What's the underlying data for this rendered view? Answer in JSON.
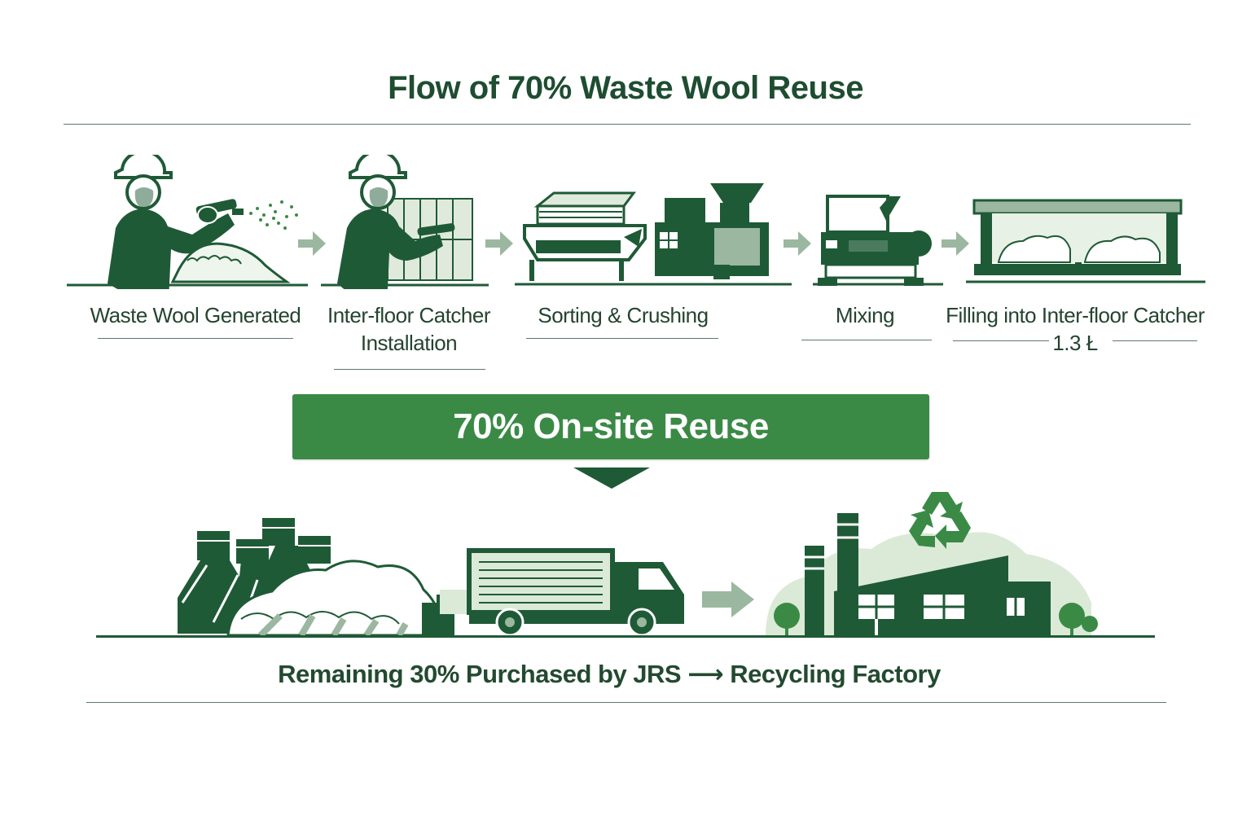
{
  "title": "Flow of 70% Waste Wool Reuse",
  "steps": [
    {
      "label": "Waste Wool Generated",
      "sublabel": ""
    },
    {
      "label": "Inter-floor Catcher",
      "sublabel": "Installation"
    },
    {
      "label": "Sorting & Crushing",
      "sublabel": ""
    },
    {
      "label": "Mixing",
      "sublabel": ""
    },
    {
      "label": "Filling into Inter-floor Catcher",
      "sublabel": "1.3 Ł"
    }
  ],
  "banner": "70% On-site Reuse",
  "bottom_text": "Remaining 30% Purchased by JRS ⟶ Recycling Factory",
  "colors": {
    "dark_green": "#1f5a36",
    "mid_green": "#3a8a46",
    "light_green": "#a8c9a2",
    "pale_green": "#dbead7"
  },
  "icons": [
    "worker-spraying-icon",
    "worker-installing-icon",
    "crushing-machine-icon",
    "mixing-machine-icon",
    "catcher-filled-icon",
    "waste-pile-icon",
    "truck-icon",
    "recycling-factory-icon",
    "recycle-icon"
  ]
}
